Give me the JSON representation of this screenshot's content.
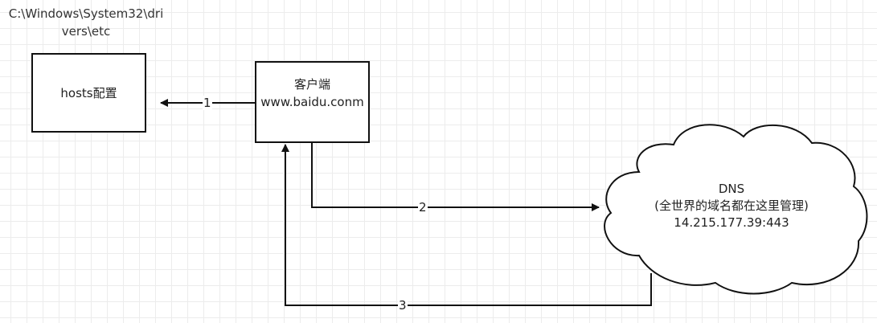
{
  "path_note": "C:\\Windows\\System32\\drivers\\etc",
  "hosts_box": {
    "label": "hosts配置"
  },
  "client_box": {
    "line1": "客户端",
    "line2": "www.baidu.conm"
  },
  "dns_cloud": {
    "line1": "DNS",
    "line2": "(全世界的域名都在这里管理)",
    "line3": "14.215.177.39:443"
  },
  "edges": [
    {
      "label": "1"
    },
    {
      "label": "2"
    },
    {
      "label": "3"
    }
  ]
}
